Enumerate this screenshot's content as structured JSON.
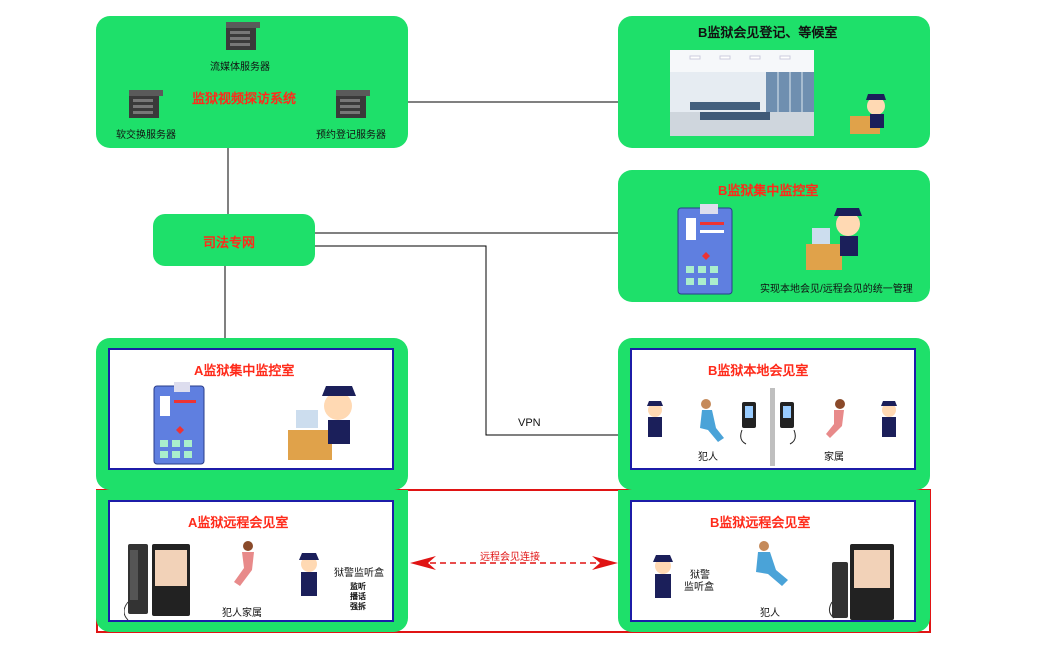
{
  "system": {
    "title": "监狱视频探访系统",
    "servers": {
      "streaming": "流媒体服务器",
      "softswitch": "软交换服务器",
      "booking": "预约登记服务器"
    }
  },
  "network": {
    "label": "司法专网",
    "vpn": "VPN"
  },
  "b_waiting": {
    "title": "B监狱会见登记、等候室"
  },
  "b_control": {
    "title": "B监狱集中监控室",
    "caption": "实现本地会见/远程会见的统一管理"
  },
  "a_control": {
    "title": "A监狱集中监控室"
  },
  "b_local": {
    "title": "B监狱本地会见室",
    "inmate": "犯人",
    "family": "家属"
  },
  "a_remote": {
    "title": "A监狱远程会见室",
    "family": "犯人家属",
    "box": "狱警监听盒",
    "functions": [
      "监听",
      "播话",
      "强拆"
    ]
  },
  "b_remote": {
    "title": "B监狱远程会见室",
    "box_line1": "狱警",
    "box_line2": "监听盒",
    "inmate": "犯人"
  },
  "connection": {
    "label": "远程会见连接"
  },
  "colors": {
    "panel_green": "#1ee06a",
    "title_red": "#ff2a1a",
    "inner_border": "#1c1ca8",
    "remote_frame": "#e01414"
  }
}
